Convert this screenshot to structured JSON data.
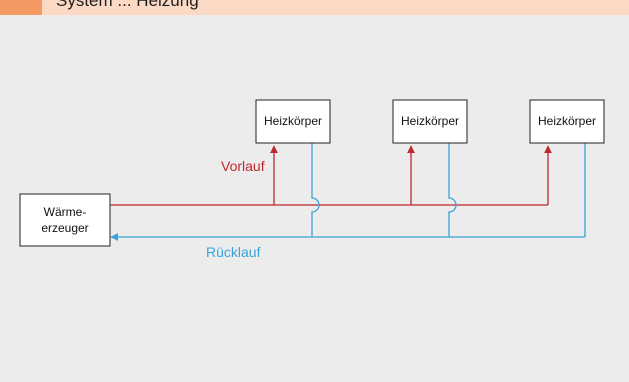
{
  "header": {
    "title": "System ... Heizung"
  },
  "diagram": {
    "heater": {
      "line1": "Wärme-",
      "line2": "erzeuger"
    },
    "radiators": [
      "Heizkörper",
      "Heizkörper",
      "Heizkörper"
    ],
    "supply_label": "Vorlauf",
    "return_label": "Rücklauf",
    "colors": {
      "supply": "#c0272d",
      "return": "#3aa3da",
      "header_bg": "#fbd9c5",
      "header_accent": "#f39a63",
      "background": "#ececec"
    }
  }
}
